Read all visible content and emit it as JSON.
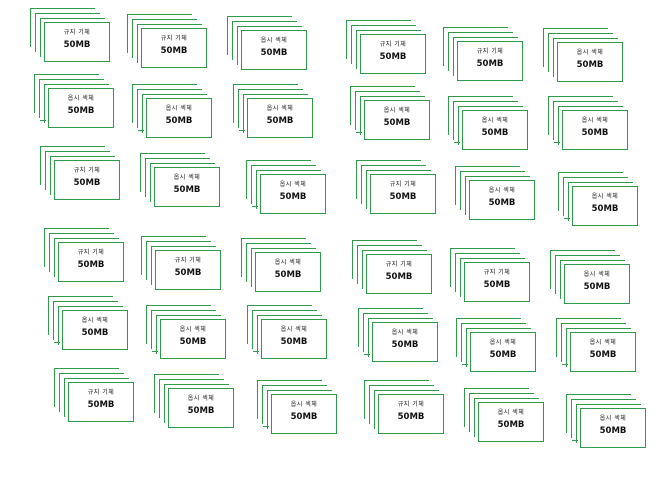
{
  "cards": [
    {
      "label": "규지 기체",
      "size": "50MB"
    },
    {
      "label": "규지 기체",
      "size": "50MB"
    },
    {
      "label": "옵시 섹체",
      "size": "50MB"
    },
    {
      "label": "규지 기체",
      "size": "50MB"
    },
    {
      "label": "규지 기체",
      "size": "50MB"
    },
    {
      "label": "옵시 섹체",
      "size": "50MB"
    },
    {
      "label": "옵시 섹체",
      "size": "50MB"
    },
    {
      "label": "옵시 섹체",
      "size": "50MB"
    },
    {
      "label": "옵시 섹체",
      "size": "50MB"
    },
    {
      "label": "옵시 섹체",
      "size": "50MB"
    },
    {
      "label": "옵시 섹체",
      "size": "50MB"
    },
    {
      "label": "옵시 섹체",
      "size": "50MB"
    },
    {
      "label": "규지 기체",
      "size": "50MB"
    },
    {
      "label": "옵시 섹체",
      "size": "50MB"
    },
    {
      "label": "옵시 섹체",
      "size": "50MB"
    },
    {
      "label": "규지 기체",
      "size": "50MB"
    },
    {
      "label": "옵시 섹체",
      "size": "50MB"
    },
    {
      "label": "옵시 섹체",
      "size": "50MB"
    },
    {
      "label": "규지 기체",
      "size": "50MB"
    },
    {
      "label": "규지 기체",
      "size": "50MB"
    },
    {
      "label": "옵시 섹체",
      "size": "50MB"
    },
    {
      "label": "규지 기체",
      "size": "50MB"
    },
    {
      "label": "규지 기체",
      "size": "50MB"
    },
    {
      "label": "옵시 섹체",
      "size": "50MB"
    },
    {
      "label": "옵시 섹체",
      "size": "50MB"
    },
    {
      "label": "옵시 섹체",
      "size": "50MB"
    },
    {
      "label": "옵시 섹체",
      "size": "50MB"
    },
    {
      "label": "옵시 섹체",
      "size": "50MB"
    },
    {
      "label": "옵시 섹체",
      "size": "50MB"
    },
    {
      "label": "옵시 섹체",
      "size": "50MB"
    },
    {
      "label": "규지 기체",
      "size": "50MB"
    },
    {
      "label": "옵시 섹체",
      "size": "50MB"
    },
    {
      "label": "옵시 섹체",
      "size": "50MB"
    },
    {
      "label": "규지 기체",
      "size": "50MB"
    },
    {
      "label": "옵시 섹체",
      "size": "50MB"
    },
    {
      "label": "옵시 섹체",
      "size": "50MB"
    }
  ],
  "colors": {
    "accent": "#2f9b4a"
  }
}
